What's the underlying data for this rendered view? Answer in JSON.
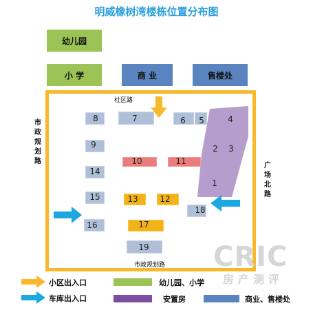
{
  "title": "明威橡树湾楼栋位置分布图",
  "facilities": {
    "kindergarten": "幼儿园",
    "primary_school": "小 学",
    "commercial": "商 业",
    "sales_office": "售楼处"
  },
  "roads": {
    "top": "社区路",
    "left": "市政规划路",
    "right": "广场北路",
    "bottom": "市政规划路"
  },
  "buildings": {
    "b1": "1",
    "b2": "2",
    "b3": "3",
    "b4": "4",
    "b5": "5",
    "b6": "6",
    "b7": "7",
    "b8": "8",
    "b9": "9",
    "b10": "10",
    "b11": "11",
    "b12": "12",
    "b13": "13",
    "b14": "14",
    "b15": "15",
    "b16": "16",
    "b17": "17",
    "b18": "18",
    "b19": "19"
  },
  "legend": {
    "community_entrance": "小区出入口",
    "garage_entrance": "车库出入口",
    "kindergarten_school": "幼儿园、小学",
    "resettlement_housing": "安置房",
    "commercial_sales": "商业、售楼处"
  },
  "watermark": {
    "brand": "CRIC",
    "sub": "房产测评"
  },
  "colors": {
    "title": "#2aa0dc",
    "road": "#f7b92b",
    "school_green": "#9cc356",
    "commercial_blue": "#5a84c0",
    "resettlement_purple": "#7a4ea3",
    "garage_arrow": "#1ba7e1",
    "entrance_arrow": "#f7b92b"
  }
}
